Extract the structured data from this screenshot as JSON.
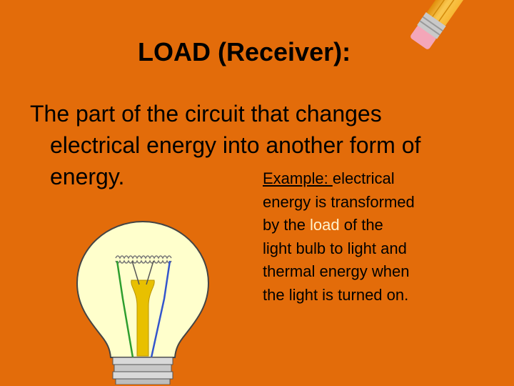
{
  "slide": {
    "title": "LOAD (Receiver):",
    "body_lines": [
      "The part of the circuit that changes",
      "electrical energy into another form of",
      "energy."
    ],
    "example": {
      "label": "Example: ",
      "line1_rest": "electrical",
      "line2": "energy is transformed",
      "line3_pre": "by the ",
      "line3_highlight": "load",
      "line3_post": " of the",
      "line4": "light bulb to light and",
      "line5": "thermal energy when",
      "line6": "the light is turned on."
    }
  },
  "colors": {
    "background": "#E36C0A",
    "highlight_word": "#FFF2CC",
    "bulb_glass": "#FFFFCC",
    "pencil_body": "#F5A623"
  },
  "images": {
    "pencil": "pencil-icon",
    "bulb": "light-bulb-icon"
  }
}
